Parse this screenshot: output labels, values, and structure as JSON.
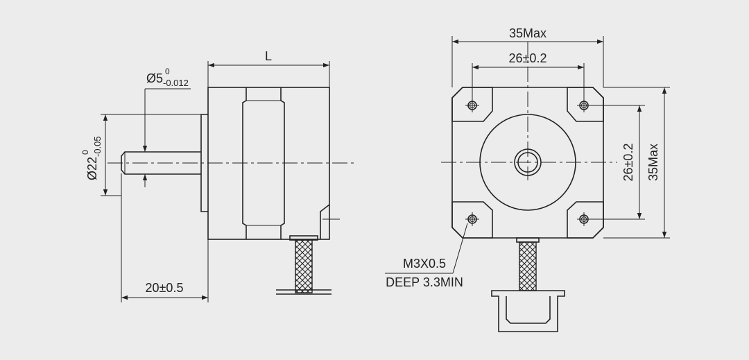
{
  "side_view": {
    "length_label": "L",
    "shaft_diameter_label": "Ø5",
    "shaft_tol_upper": "0",
    "shaft_tol_lower": "-0.012",
    "boss_diameter_label": "Ø22",
    "boss_tol_upper": "0",
    "boss_tol_lower": "-0.05",
    "shaft_length_label": "20±0.5"
  },
  "front_view": {
    "overall_width_label": "35Max",
    "hole_spacing_h_label": "26±0.2",
    "hole_spacing_v_label": "26±0.2",
    "overall_height_label": "35Max",
    "hole_note_line1": "M3X0.5",
    "hole_note_line2": "DEEP 3.3MIN"
  },
  "colors": {
    "background": "#ececec",
    "line": "#222222"
  }
}
